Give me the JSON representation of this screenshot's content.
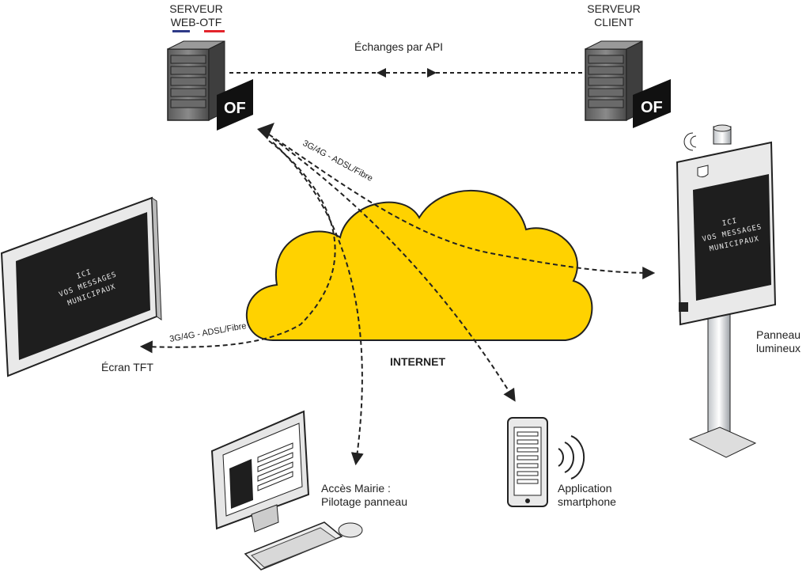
{
  "servers": {
    "otf": {
      "line1": "SERVEUR",
      "line2": "WEB-OTF"
    },
    "client": {
      "line1": "SERVEUR",
      "line2": "CLIENT"
    }
  },
  "api_label": "Échanges par API",
  "internet_label": "INTERNET",
  "connection_labels": {
    "top": "3G/4G - ADSL/Fibre",
    "left": "3G/4G - ADSL/Fibre"
  },
  "devices": {
    "tft": {
      "label": "Écran TFT",
      "screen_lines": [
        "ICI",
        "VOS MESSAGES",
        "MUNICIPAUX"
      ]
    },
    "panel": {
      "line1": "Panneau",
      "line2": "lumineux",
      "screen_lines": [
        "ICI",
        "VOS MESSAGES",
        "MUNICIPAUX"
      ]
    },
    "mairie": {
      "line1": "Accès Mairie :",
      "line2": "Pilotage panneau"
    },
    "app": {
      "line1": "Application",
      "line2": "smartphone"
    }
  },
  "logo_text": "OF",
  "colors": {
    "cloud": "#FFD200",
    "flag_blue": "#2E3A87",
    "flag_red": "#E3242B",
    "dark": "#222222"
  }
}
